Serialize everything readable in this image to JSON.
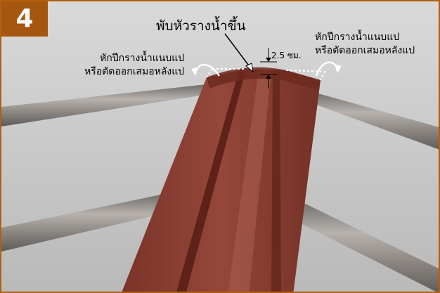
{
  "step": "4",
  "title": "พับหัวรางน้ำขึ้น",
  "note_left": {
    "line1": "หักปีกรางน้ำแนบแป",
    "line2": "หรือตัดออกเสมอหลังแป"
  },
  "note_right": {
    "line1": "หักปีกรางน้ำแนบแป",
    "line2": "หรือตัดออกเสมอหลังแป"
  },
  "dimension": "2.5 ซม.",
  "colors": {
    "frame_border": "#b35f0e",
    "badge_bg": "#a5560f",
    "sheet": "#8a3b2e",
    "purlin": "#8f8a86"
  }
}
